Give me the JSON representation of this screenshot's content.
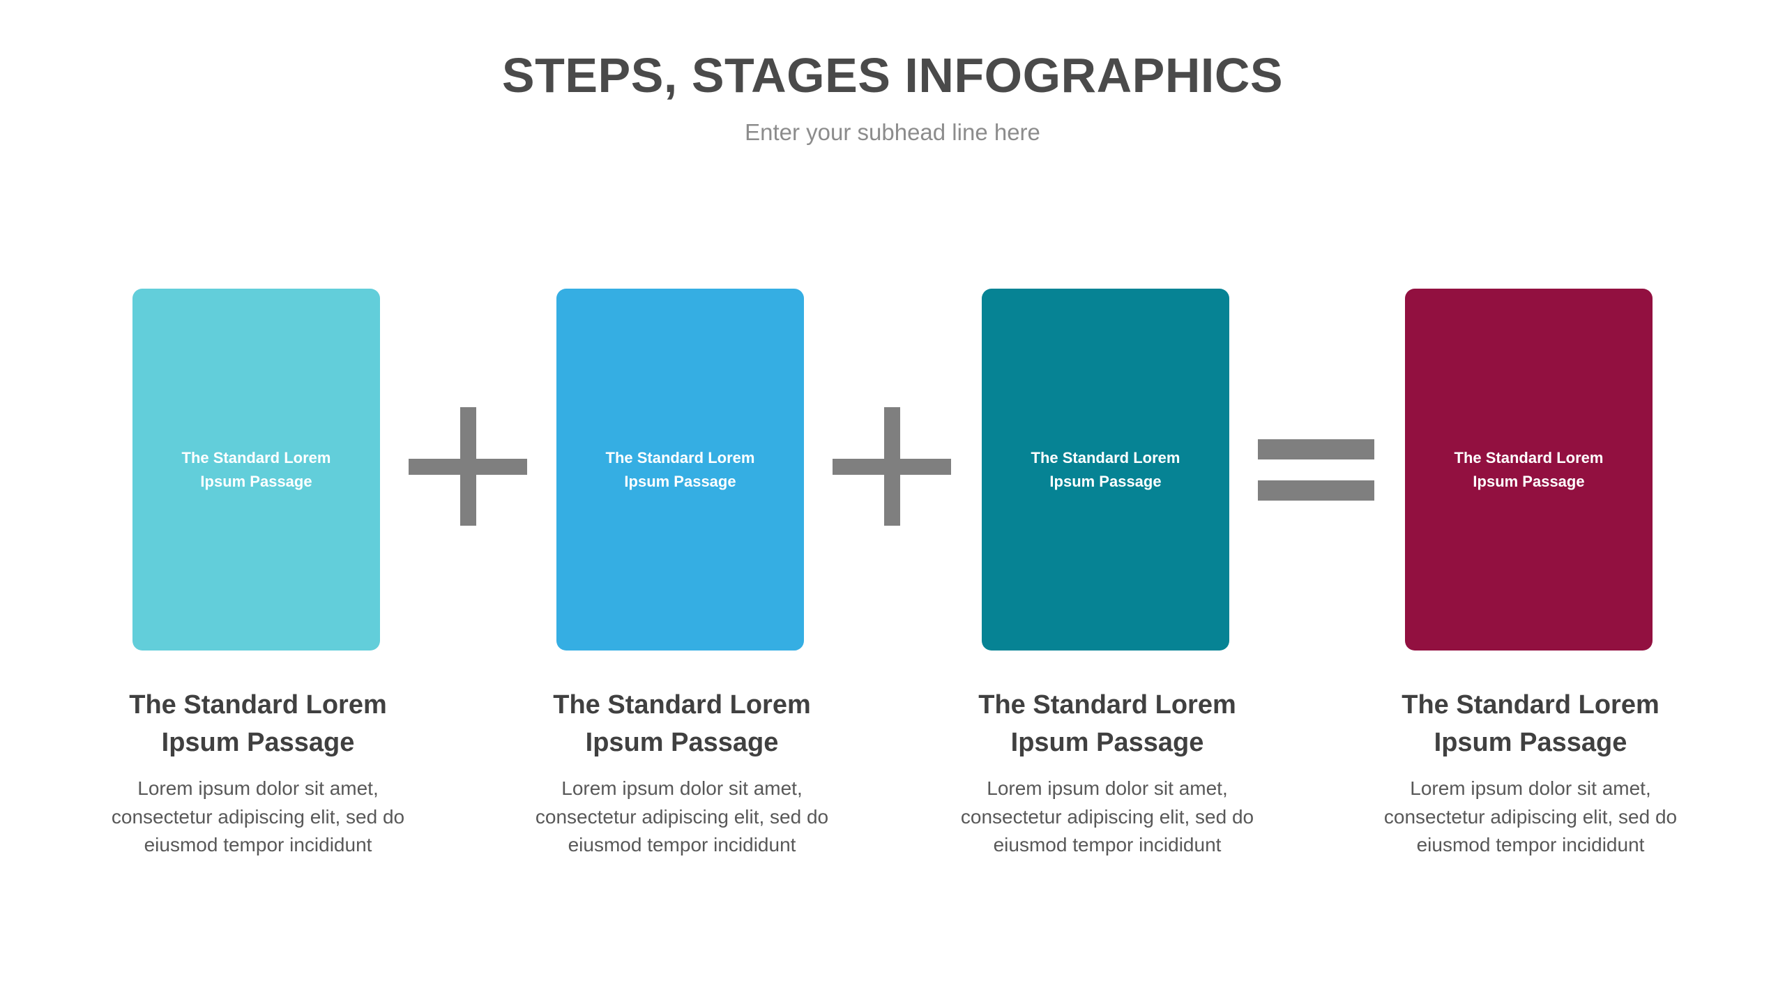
{
  "header": {
    "title": "STEPS, STAGES INFOGRAPHICS",
    "subtitle": "Enter your subhead line here"
  },
  "colors": {
    "title": "#4a4a4a",
    "subtitle": "#8c8c8c",
    "operator": "#7f7f7f",
    "caption_heading": "#404040",
    "caption_body": "#585858",
    "background": "#ffffff"
  },
  "steps": [
    {
      "card_text": "The Standard Lorem Ipsum Passage",
      "card_color": "#62CEDA",
      "heading": "The Standard Lorem Ipsum Passage",
      "body": "Lorem ipsum dolor sit amet, consectetur adipiscing elit, sed do eiusmod tempor incididunt"
    },
    {
      "card_text": "The Standard Lorem Ipsum Passage",
      "card_color": "#35AEE3",
      "heading": "The Standard Lorem Ipsum Passage",
      "body": "Lorem ipsum dolor sit amet, consectetur adipiscing elit, sed do eiusmod tempor incididunt"
    },
    {
      "card_text": "The Standard Lorem Ipsum Passage",
      "card_color": "#068394",
      "heading": "The Standard Lorem Ipsum Passage",
      "body": "Lorem ipsum dolor sit amet, consectetur adipiscing elit, sed do eiusmod tempor incididunt"
    },
    {
      "card_text": "The Standard Lorem Ipsum Passage",
      "card_color": "#921040",
      "heading": "The Standard Lorem Ipsum Passage",
      "body": "Lorem ipsum dolor sit amet, consectetur adipiscing elit, sed do eiusmod tempor incididunt"
    }
  ],
  "operators": [
    {
      "name": "plus-operator",
      "symbol": "+"
    },
    {
      "name": "plus-operator",
      "symbol": "+"
    },
    {
      "name": "equals-operator",
      "symbol": "="
    }
  ]
}
